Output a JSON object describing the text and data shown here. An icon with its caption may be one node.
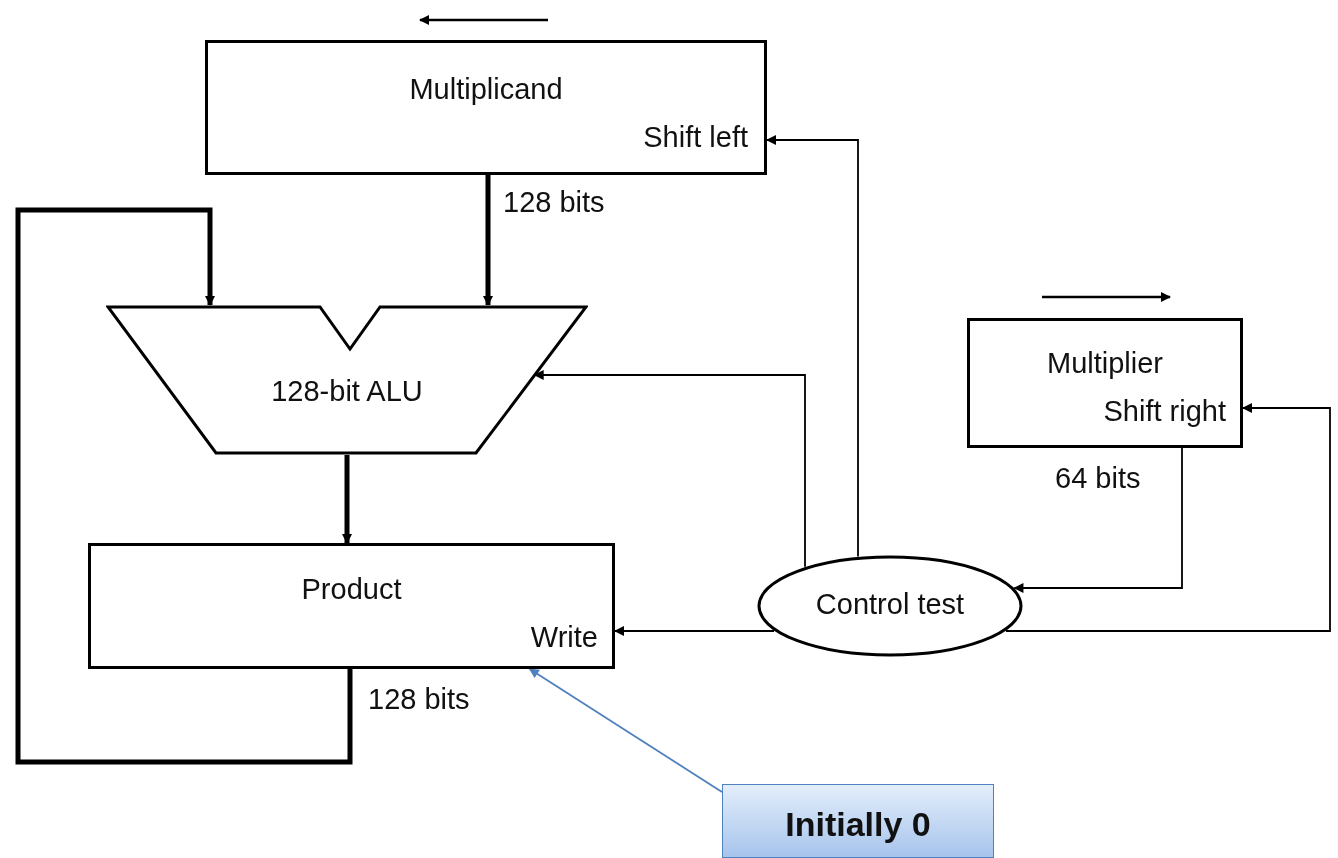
{
  "diagram": {
    "nodes": [
      {
        "text": [
          "Multiplicand",
          "Shift left"
        ]
      },
      {
        "text": [
          "128-bit ALU"
        ]
      },
      {
        "text": [
          "Product",
          "Write"
        ]
      },
      {
        "text": [
          "Multiplier",
          "Shift right"
        ]
      },
      {
        "text": [
          "Control test"
        ]
      },
      {
        "text": [
          "Initially 0"
        ]
      }
    ],
    "edges": [
      {
        "from": 0,
        "to": 1,
        "arrow": "to",
        "label": "128 bits",
        "style": "thick"
      },
      {
        "from": 2,
        "to": 1,
        "arrow": "to",
        "label": "128 bits",
        "style": "thick"
      },
      {
        "from": 1,
        "to": 2,
        "arrow": "to",
        "style": "thick"
      },
      {
        "from": 4,
        "to": 1,
        "arrow": "to"
      },
      {
        "from": 4,
        "to": 0,
        "arrow": "to"
      },
      {
        "from": 4,
        "to": 2,
        "arrow": "to"
      },
      {
        "from": 4,
        "to": 3,
        "arrow": "to"
      },
      {
        "from": 3,
        "to": 4,
        "arrow": "to",
        "label": "64 bits"
      },
      {
        "from": 5,
        "to": 2,
        "arrow": "to",
        "color": "#4f81bd"
      }
    ]
  }
}
